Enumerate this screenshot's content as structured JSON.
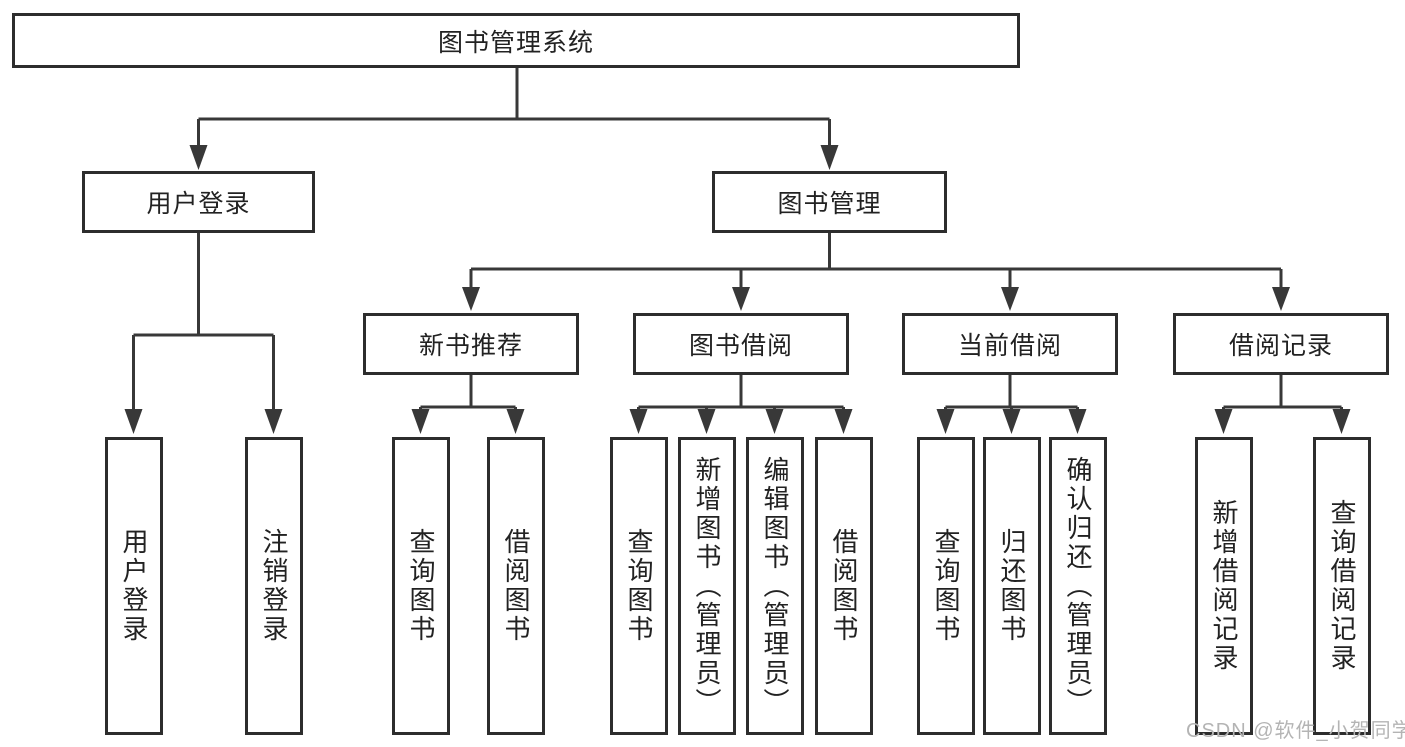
{
  "diagram": {
    "kind": "hierarchy-diagram",
    "colors": {
      "background": "#ffffff",
      "line": "#383838",
      "box_border": "#2d2d2d",
      "text": "#222222",
      "watermark": "#b4b4b4"
    }
  },
  "tree": {
    "label": "图书管理系统",
    "children": [
      {
        "label": "用户登录",
        "children": [
          {
            "label": "用户登录"
          },
          {
            "label": "注销登录"
          }
        ]
      },
      {
        "label": "图书管理",
        "children": [
          {
            "label": "新书推荐",
            "children": [
              {
                "label": "查询图书"
              },
              {
                "label": "借阅图书"
              }
            ]
          },
          {
            "label": "图书借阅",
            "children": [
              {
                "label": "查询图书"
              },
              {
                "label": "新增图书（管理员）"
              },
              {
                "label": "编辑图书（管理员）"
              },
              {
                "label": "借阅图书"
              }
            ]
          },
          {
            "label": "当前借阅",
            "children": [
              {
                "label": "查询图书"
              },
              {
                "label": "归还图书"
              },
              {
                "label": "确认归还（管理员）"
              }
            ]
          },
          {
            "label": "借阅记录",
            "children": [
              {
                "label": "新增借阅记录"
              },
              {
                "label": "查询借阅记录"
              }
            ]
          }
        ]
      }
    ]
  },
  "watermark": {
    "text": "CSDN @软件_小贺同学"
  }
}
